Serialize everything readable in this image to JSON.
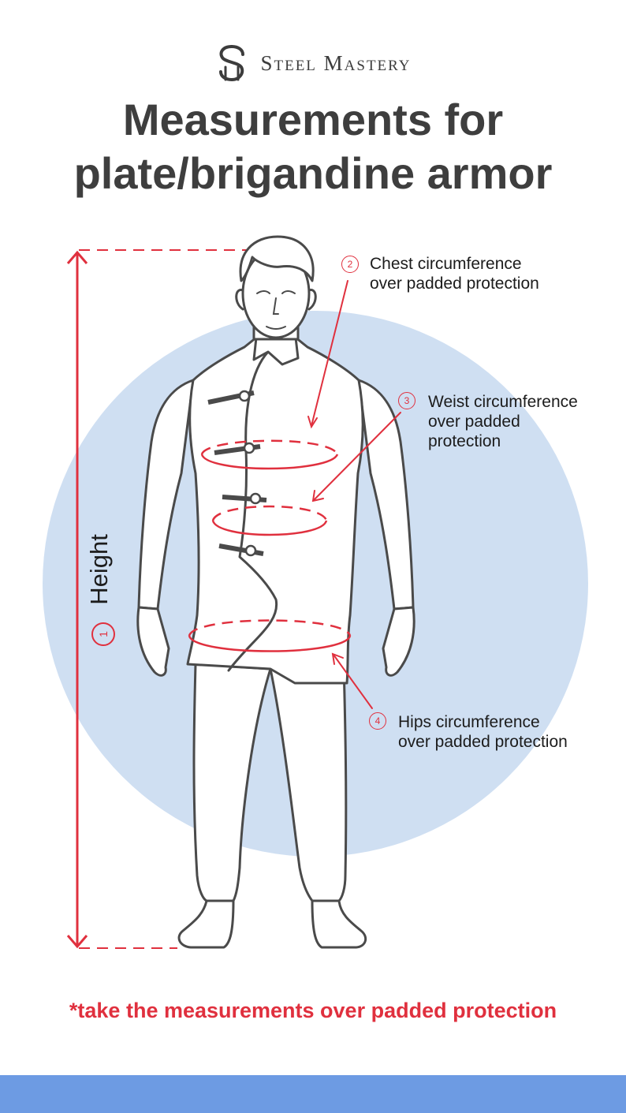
{
  "brand": {
    "name": "Steel Mastery",
    "logo_icon": "steel-mastery-logo-icon"
  },
  "title": {
    "line1": "Measurements for",
    "line2": "plate/brigandine armor"
  },
  "measurements": [
    {
      "number": "1",
      "label_lines": [
        "Height"
      ]
    },
    {
      "number": "2",
      "label_lines": [
        "Chest circumference",
        "over padded protection"
      ]
    },
    {
      "number": "3",
      "label_lines": [
        "Weist circumference",
        "over padded",
        "protection"
      ]
    },
    {
      "number": "4",
      "label_lines": [
        "Hips circumference",
        "over padded protection"
      ]
    }
  ],
  "footnote": "*take the measurements over padded protection",
  "colors": {
    "accent_red": "#e0303e",
    "background_circle": "#cfdff2",
    "outline": "#4a4a4a",
    "title_text": "#3e3e3e",
    "bottom_bar": "#6d9be3"
  }
}
